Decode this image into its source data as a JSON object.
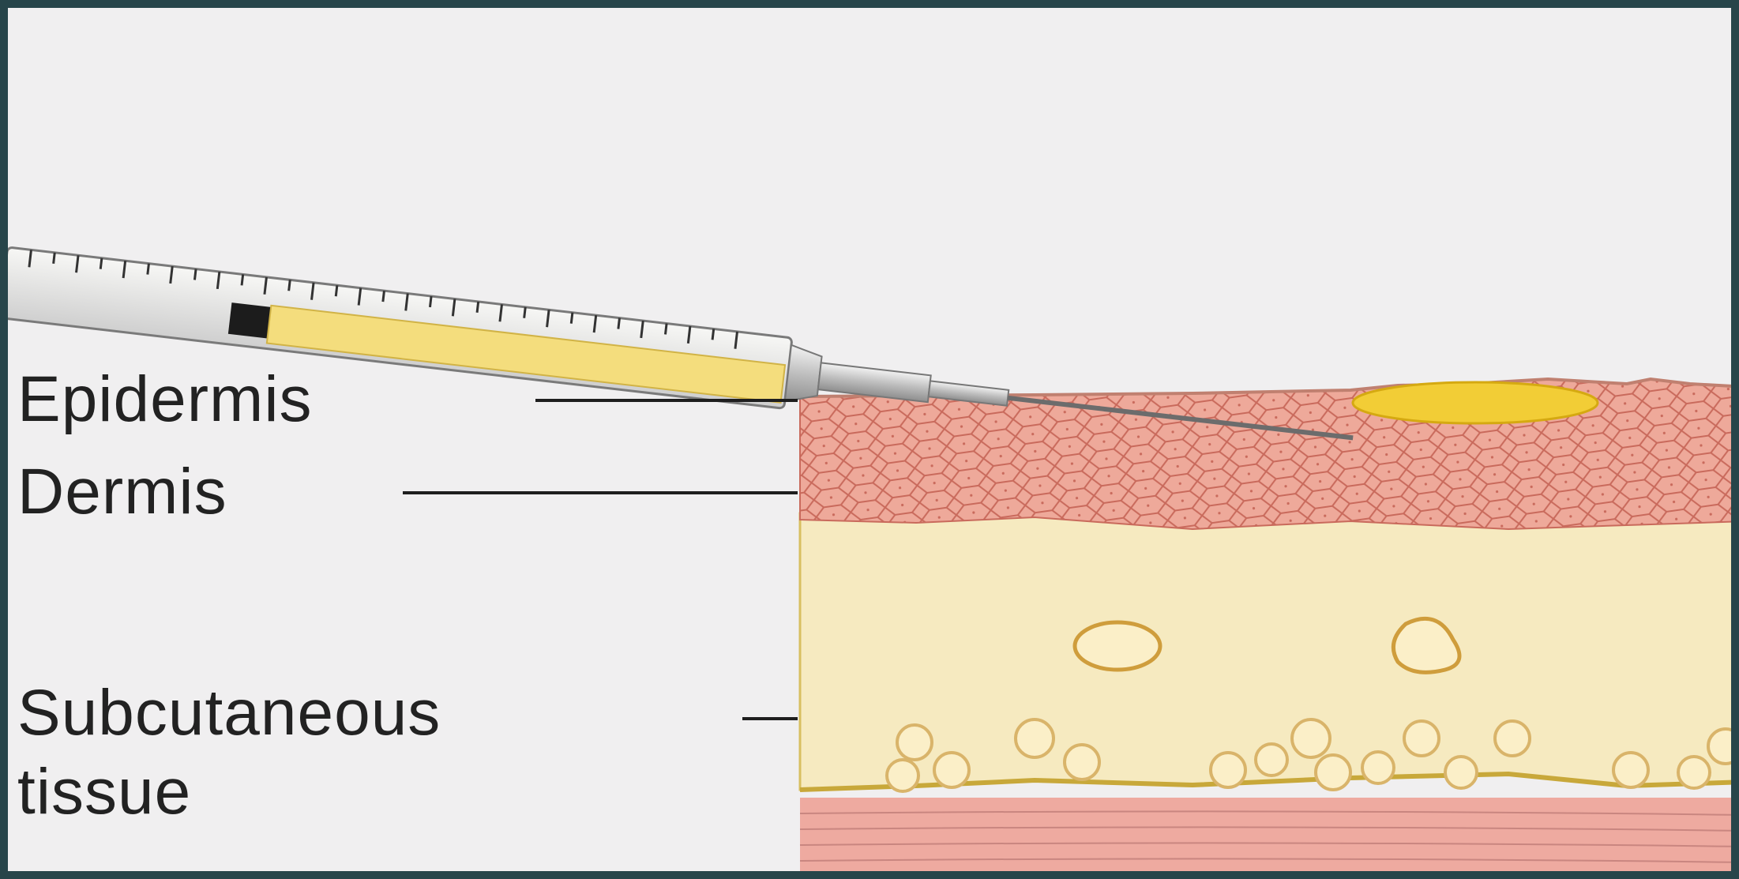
{
  "labels": {
    "epidermis": "Epidermis",
    "dermis": "Dermis",
    "subcutaneous_line1": "Subcutaneous",
    "subcutaneous_line2": "tissue"
  },
  "colors": {
    "outer_border": "#27454a",
    "background": "#f0eff0",
    "epidermis": "#eea99a",
    "dermis": "#f6eac0",
    "muscle": "#eeaaa0",
    "medication": "#f2cd36",
    "syringe_fluid": "#f4dd7d",
    "plunger": "#9a9ca4"
  },
  "icons": [
    "syringe-icon",
    "skin-cross-section-icon",
    "medication-bleb-icon"
  ]
}
